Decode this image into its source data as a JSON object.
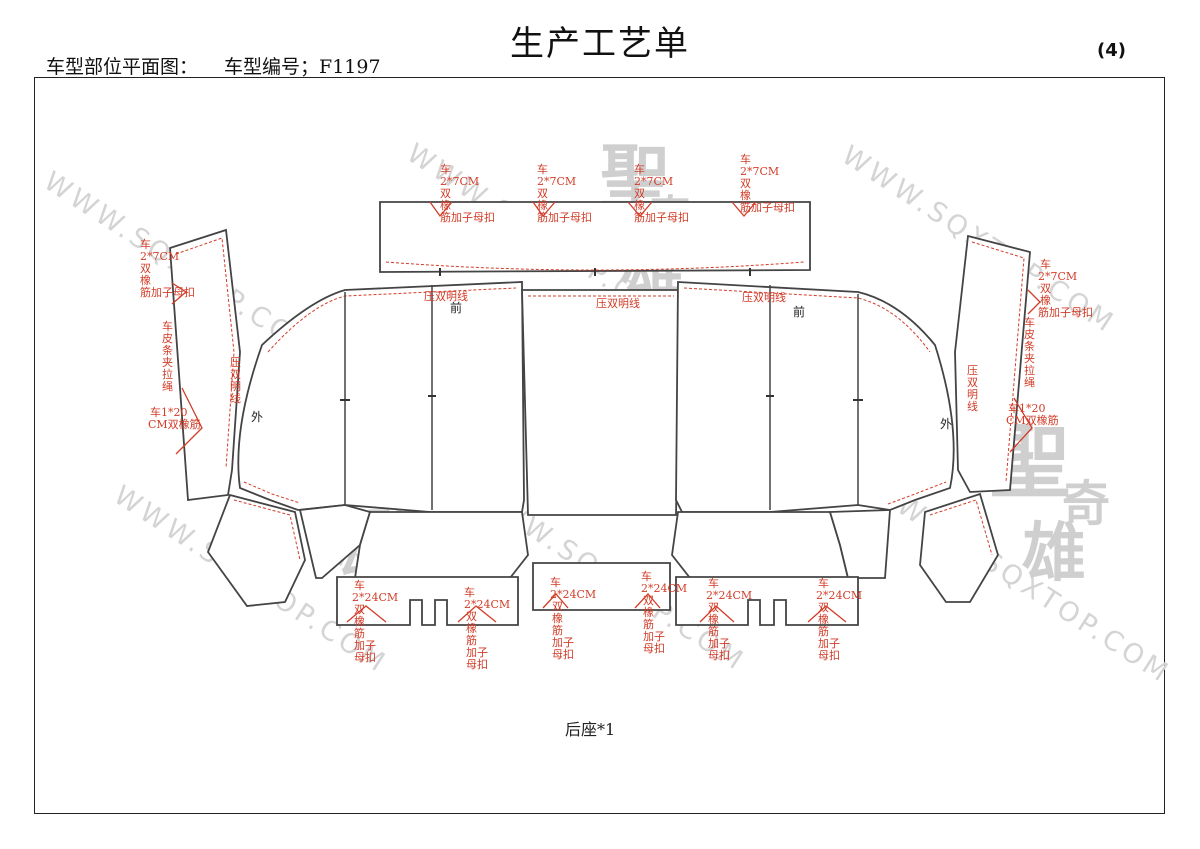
{
  "header": {
    "title": "生产工艺单",
    "subtitle_label": "车型部位平面图：",
    "model_code": "车型编号；F1197",
    "page_number": "(4)"
  },
  "watermark": {
    "site_text": "WWW.SQXTOP.COM",
    "logo_chars": [
      "聖",
      "奇",
      "雄"
    ]
  },
  "diagram": {
    "caption": "后座*1",
    "notes": {
      "top_strip_1": [
        "车",
        "2*7CM",
        "双",
        "橡",
        "筋加子母扣"
      ],
      "top_strip_2": [
        "车",
        "2*7CM",
        "双",
        "橡",
        "筋加子母扣"
      ],
      "top_strip_3": [
        "车",
        "2*7CM",
        "双",
        "橡",
        "筋加子母扣"
      ],
      "top_strip_4": [
        "车",
        "2*7CM",
        "双",
        "橡",
        "筋加子母扣"
      ],
      "left_side_top": [
        "车",
        "2*7CM",
        "双",
        "橡",
        "筋加子母扣"
      ],
      "left_side_mid": [
        "车",
        "皮",
        "条",
        "夹",
        "拉",
        "绳"
      ],
      "left_side_bottom": [
        "车1*20",
        "CM双橡筋"
      ],
      "right_side_top": [
        "车",
        "2*7CM",
        "双",
        "橡",
        "筋加子母扣"
      ],
      "right_side_mid": [
        "车",
        "皮",
        "条",
        "夹",
        "拉",
        "绳"
      ],
      "right_side_bottom": [
        "车1*20",
        "CM双橡筋"
      ],
      "press_double_line": "压双明线",
      "press_double_line_vertical": [
        "压",
        "双",
        "明",
        "线"
      ],
      "front": "前",
      "outer": "外",
      "bottom_1": [
        "车",
        "2*24CM",
        "双",
        "橡",
        "筋",
        "加子",
        "母扣"
      ],
      "bottom_2": [
        "车",
        "2*24CM",
        "双",
        "橡",
        "筋",
        "加子",
        "母扣"
      ],
      "bottom_3": [
        "车",
        "2*24CM",
        "双",
        "橡",
        "筋",
        "加子",
        "母扣"
      ],
      "bottom_4": [
        "车",
        "2*24CM",
        "双",
        "橡",
        "筋",
        "加子",
        "母扣"
      ],
      "bottom_5": [
        "车",
        "2*24CM",
        "双",
        "橡",
        "筋",
        "加子",
        "母扣"
      ],
      "bottom_6": [
        "车",
        "2*24CM",
        "双",
        "橡",
        "筋",
        "加子",
        "母扣"
      ]
    }
  },
  "colors": {
    "annotation": "#d23c28",
    "outline": "#444444",
    "watermark": "#d4d4d4"
  }
}
